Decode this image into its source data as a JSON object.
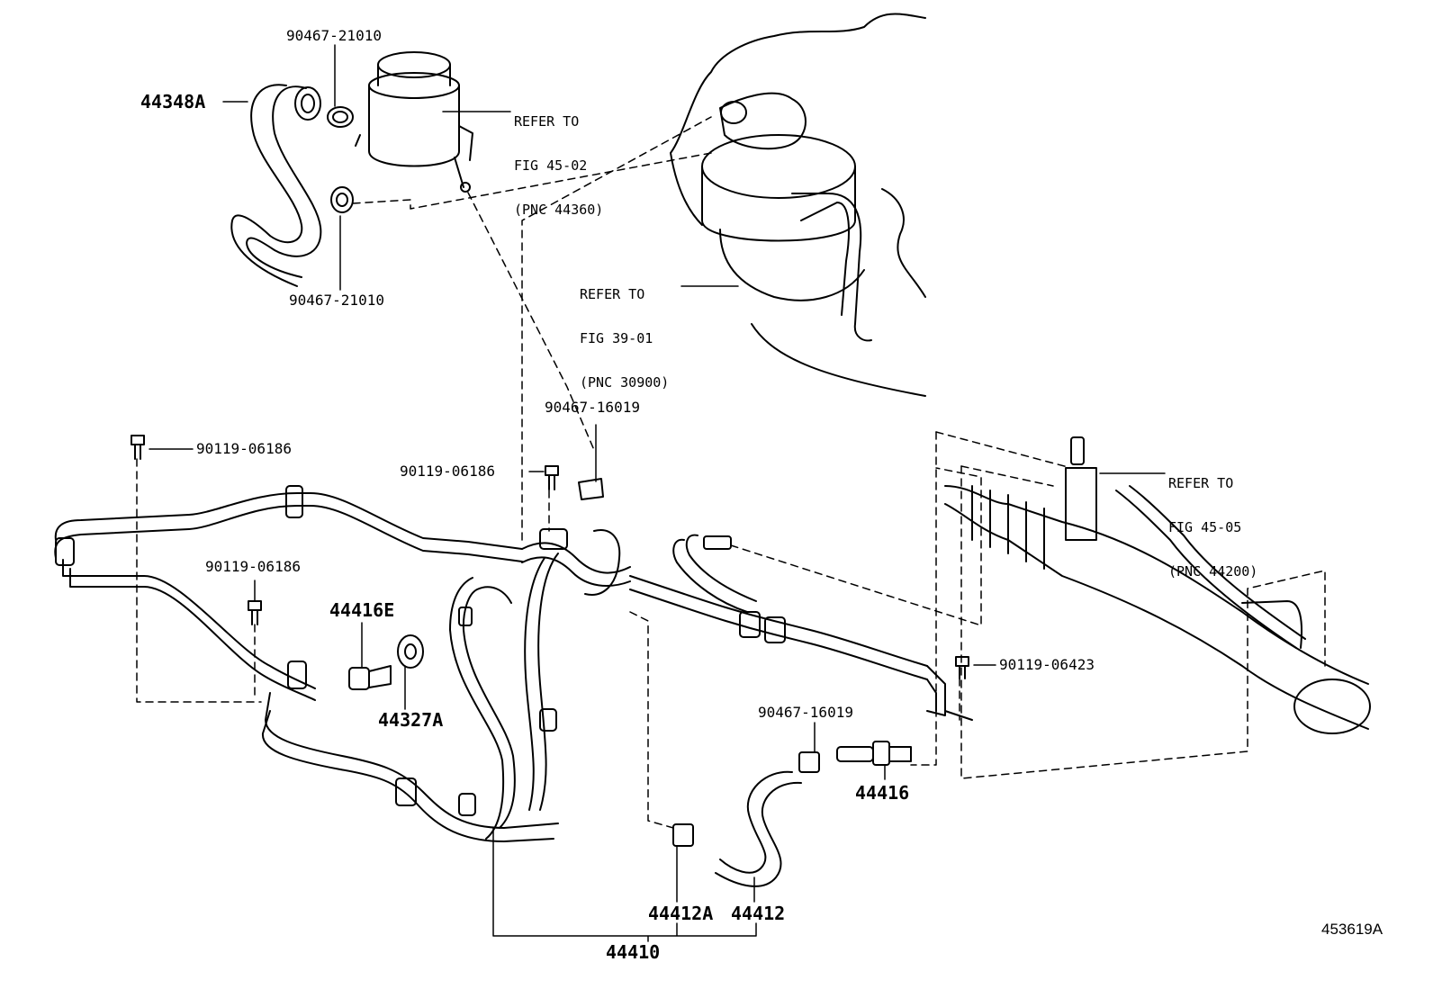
{
  "labels": {
    "clip_top_1": "90467-21010",
    "clip_top_2": "90467-21010",
    "hose_return": "44348A",
    "bolt_left": "90119-06186",
    "bolt_center": "90119-06186",
    "bolt_mid": "90119-06186",
    "clip_mid": "90467-16019",
    "clip_lower": "90467-16019",
    "union_bolt": "44416E",
    "gasket": "44327A",
    "union": "44416",
    "bolt_right": "90119-06423",
    "hose_clamp": "44412A",
    "hose": "44412",
    "tube_assy": "44410",
    "illustration_no": "453619A"
  },
  "refers": {
    "reservoir": {
      "line1": "REFER TO",
      "line2": "FIG 45-02",
      "line3": "(PNC 44360)"
    },
    "pump": {
      "line1": "REFER TO",
      "line2": "FIG 39-01",
      "line3": "(PNC 30900)"
    },
    "gear": {
      "line1": "REFER TO",
      "line2": "FIG 45-05",
      "line3": "(PNC 44200)"
    }
  }
}
